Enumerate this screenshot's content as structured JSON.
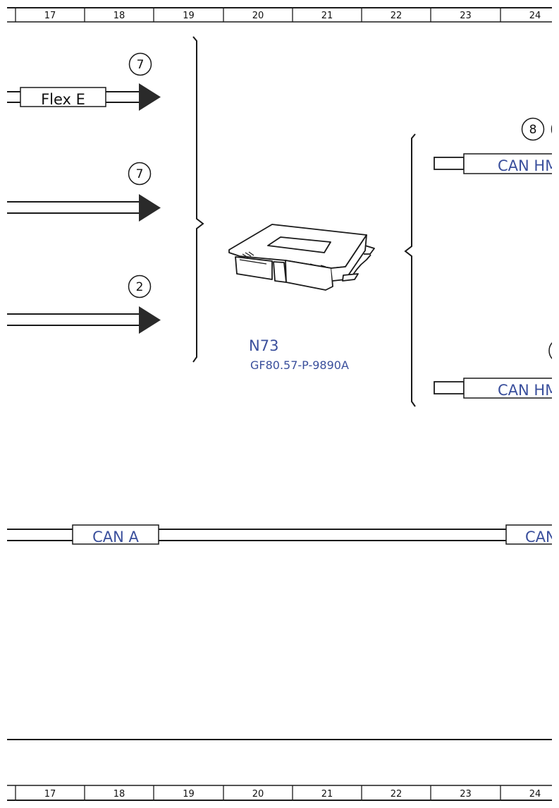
{
  "colors": {
    "line": "#1a1a1a",
    "blue_text": "#3a4f9c"
  },
  "grid_columns": [
    "17",
    "18",
    "19",
    "20",
    "21",
    "22",
    "23",
    "24"
  ],
  "left_signals": {
    "signal1": {
      "circle": "7",
      "label": "Flex E"
    },
    "signal2": {
      "circle": "7"
    },
    "signal3": {
      "circle": "2"
    }
  },
  "component": {
    "id": "N73",
    "doc_ref": "GF80.57-P-9890A",
    "icon": "control-unit-module-icon"
  },
  "right_signals": {
    "upper": {
      "circle": "8",
      "label": "CAN HM"
    },
    "lower": {
      "label": "CAN HM"
    }
  },
  "bus": {
    "left_label": "CAN A",
    "right_label": "CAN"
  }
}
